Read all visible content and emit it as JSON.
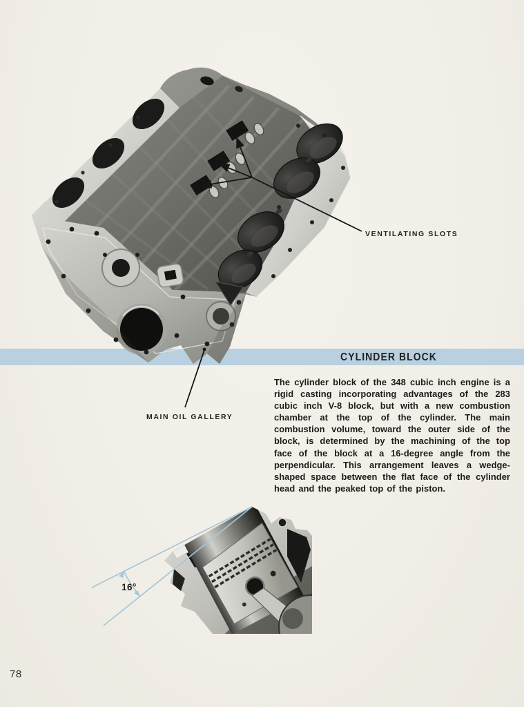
{
  "page": {
    "number": "78"
  },
  "section": {
    "title": "CYLINDER BLOCK",
    "body": "The cylinder block of the 348 cubic inch engine is a rigid casting incorporating advantages of the 283 cubic inch V-8 block, but with a new combustion chamber at the top of the cylinder. The main combustion volume, toward the outer side of the block, is determined by the machining of the top face of the block at a 16-degree angle from the perpendicular. This arrangement leaves a wedge-shaped space between the flat face of the cylinder head and the peaked top of the piston."
  },
  "figure_block": {
    "callouts": [
      {
        "label": "VENTILATING SLOTS"
      },
      {
        "label": "MAIN OIL GALLERY"
      }
    ]
  },
  "figure_angle": {
    "label": "16°"
  },
  "colors": {
    "paper": "#f1eee7",
    "band": "#b8d0e0",
    "ink": "#1c1c1a",
    "annotation-blue": "#a6c6da",
    "callout-line": "#161614"
  }
}
